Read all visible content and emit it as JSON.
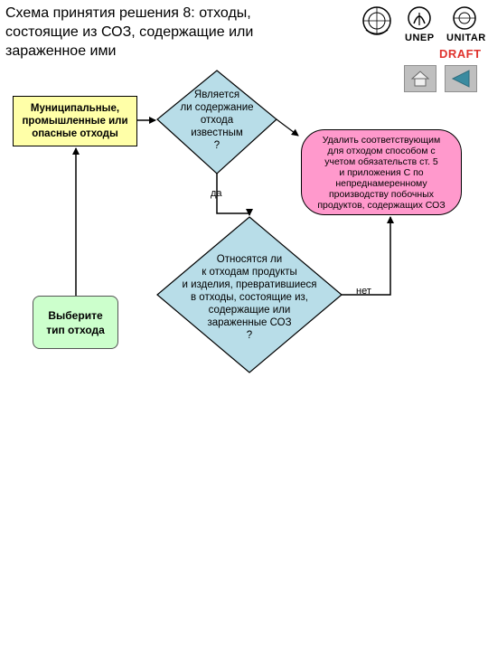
{
  "header": {
    "title_lines": [
      "Схема принятия решения 8: отходы,",
      "состоящие из СОЗ, содержащие или",
      "зараженное ими"
    ],
    "draft": "DRAFT",
    "logos": {
      "unep": "UNEP",
      "unitar": "UNITAR"
    }
  },
  "nav": {
    "home_icon": "home-icon",
    "back_icon": "back-arrow-icon"
  },
  "nodes": {
    "waste_types": [
      "Муниципальные,",
      "промышленные или",
      "опасные отходы"
    ],
    "choose_type": [
      "Выберите",
      "тип отхода"
    ],
    "decision1": [
      "Является",
      "ли содержание",
      "отхода",
      "известным",
      "?"
    ],
    "decision2": [
      "Относятся ли",
      "к отходам продукты",
      "и изделия, превратившиеся",
      "в отходы, состоящие из,",
      "содержащие или",
      "зараженные СОЗ",
      "?"
    ],
    "remove": [
      "Удалить соответствующим",
      "для отходом способом с",
      "учетом обязательств ст. 5",
      "и приложения С по",
      "непреднамеренному",
      "производству побочных",
      "продуктов, содержащих СОЗ"
    ]
  },
  "edges": {
    "yes": "да",
    "no": "нет"
  },
  "colors": {
    "diamond": "#b8dde8",
    "yellow_box": "#ffffa8",
    "green_box": "#ccffcc",
    "pink_box": "#ff99cc",
    "draft": "#e0322d"
  }
}
